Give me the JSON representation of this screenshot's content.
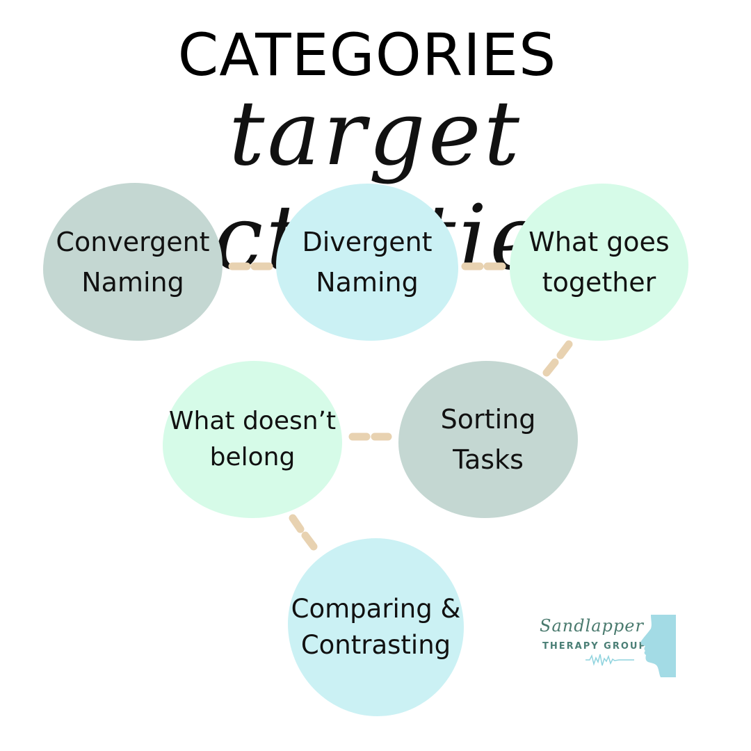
{
  "title": "CATEGORIES",
  "subtitle": "target activities",
  "colors": {
    "gray_green": "#c4d7d2",
    "light_blue": "#cbf1f4",
    "mint": "#d6fbe8",
    "connector": "#e8d2b1",
    "text": "#111111"
  },
  "nodes": [
    {
      "id": "convergent",
      "lines": [
        "Convergent",
        "Naming"
      ],
      "color": "#c4d7d2"
    },
    {
      "id": "divergent",
      "lines": [
        "Divergent",
        "Naming"
      ],
      "color": "#cbf1f4"
    },
    {
      "id": "what-goes",
      "lines": [
        "What goes",
        "together"
      ],
      "color": "#d6fbe8"
    },
    {
      "id": "sorting",
      "lines": [
        "Sorting",
        "Tasks"
      ],
      "color": "#c4d7d2"
    },
    {
      "id": "doesnt-belong",
      "lines": [
        "What doesn’t",
        "belong"
      ],
      "color": "#d6fbe8"
    },
    {
      "id": "comparing",
      "lines": [
        "Comparing &",
        "Contrasting"
      ],
      "color": "#cbf1f4"
    }
  ],
  "logo": {
    "script": "Sandlapper",
    "sub": "THERAPY GROUP",
    "icon": "face-profile-icon"
  }
}
